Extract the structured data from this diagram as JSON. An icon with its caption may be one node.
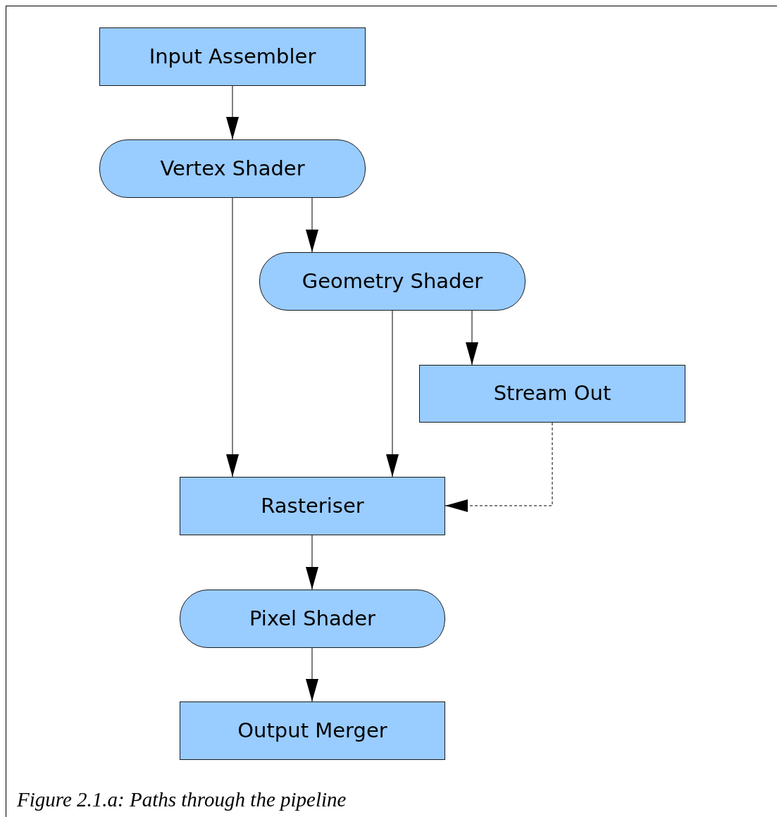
{
  "diagram": {
    "caption": "Figure 2.1.a: Paths through the pipeline",
    "nodes": [
      {
        "text": [
          "Input Assembler"
        ]
      },
      {
        "text": [
          "Vertex Shader"
        ]
      },
      {
        "text": [
          "Geometry Shader"
        ]
      },
      {
        "text": [
          "Stream Out"
        ]
      },
      {
        "text": [
          "Rasteriser"
        ]
      },
      {
        "text": [
          "Pixel Shader"
        ]
      },
      {
        "text": [
          "Output Merger"
        ]
      }
    ],
    "edges": [
      {
        "from": 0,
        "to": 1,
        "arrow": "to"
      },
      {
        "from": 1,
        "to": 4,
        "arrow": "to"
      },
      {
        "from": 1,
        "to": 2,
        "arrow": "to"
      },
      {
        "from": 2,
        "to": 4,
        "arrow": "to"
      },
      {
        "from": 2,
        "to": 3,
        "arrow": "to"
      },
      {
        "from": 3,
        "to": 4,
        "arrow": "to",
        "style": "dashed"
      },
      {
        "from": 4,
        "to": 5,
        "arrow": "to"
      },
      {
        "from": 5,
        "to": 6,
        "arrow": "to"
      }
    ]
  }
}
